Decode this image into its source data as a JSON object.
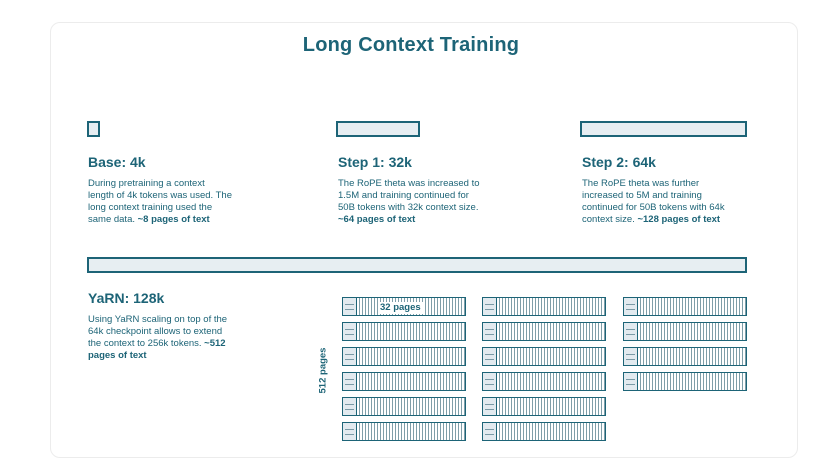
{
  "title": "Long Context Training",
  "stages": [
    {
      "heading": "Base: 4k",
      "desc_lines": [
        "During pretraining a context",
        "length of 4k tokens was used. The",
        "long context training used the",
        "same data."
      ],
      "desc_tail": " ~8 pages of text"
    },
    {
      "heading": "Step 1: 32k",
      "desc_lines": [
        "The RoPE theta was increased to",
        "1.5M and training continued for",
        "50B tokens with 32k context size."
      ],
      "desc_tail": "~64 pages of text"
    },
    {
      "heading": "Step 2: 64k",
      "desc_lines": [
        "The RoPE theta was further",
        "increased to 5M and training",
        "continued for 50B tokens with 64k",
        "context size."
      ],
      "desc_tail": " ~128 pages of text"
    },
    {
      "heading": "YaRN: 128k",
      "desc_lines": [
        "Using YaRN scaling on top of the",
        "64k checkpoint allows to extend",
        "the context to 256k tokens."
      ],
      "desc_tail_inline": " ~512",
      "desc_tail": "pages of text"
    }
  ],
  "book_label": "32 pages",
  "vertical_label": "512 pages",
  "books_per_column": [
    6,
    6,
    4
  ]
}
